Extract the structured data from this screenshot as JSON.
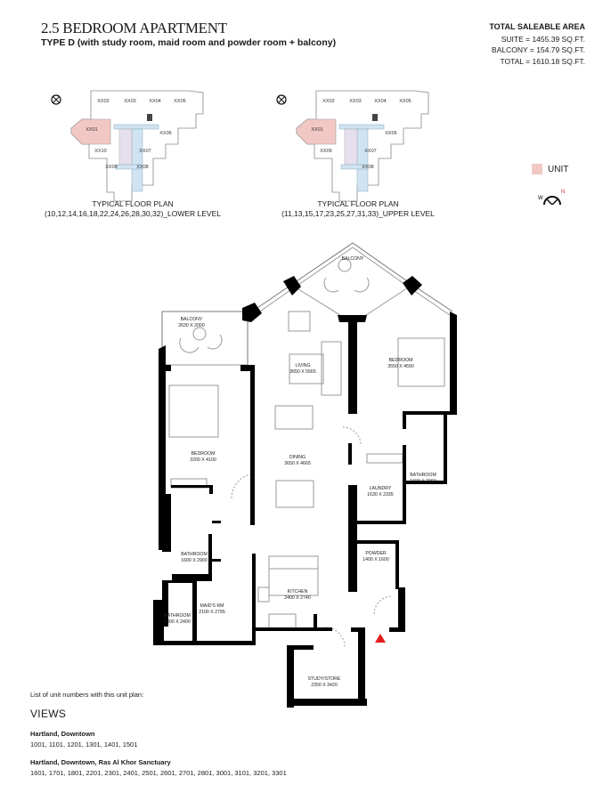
{
  "header": {
    "title": "2.5 BEDROOM APARTMENT",
    "subtitle": "TYPE D (with study room, maid room and powder room + balcony)"
  },
  "area": {
    "heading": "TOTAL SALEABLE AREA",
    "suite": "SUITE = 1455.39 SQ.FT.",
    "balcony": "BALCONY = 154.79 SQ.FT.",
    "total": "TOTAL = 1610.18 SQ.FT."
  },
  "key_plans": [
    {
      "caption_1": "TYPICAL FLOOR PLAN",
      "caption_2": "(10,12,14,16,18,22,24,26,28,30,32)_LOWER LEVEL",
      "units": [
        "XX01",
        "XX02",
        "XX03",
        "XX04",
        "XX05",
        "XX06",
        "XX07",
        "XX08",
        "XX09",
        "XX10"
      ]
    },
    {
      "caption_1": "TYPICAL FLOOR PLAN",
      "caption_2": "(11,13,15,17,23,25,27,31,33)_UPPER LEVEL",
      "units": [
        "XX01",
        "XX02",
        "XX03",
        "XX04",
        "XX05",
        "XX06",
        "XX07",
        "XX08",
        "XX09"
      ]
    }
  ],
  "legend": {
    "label": "UNIT",
    "color": "#f2c8c4"
  },
  "colors": {
    "unit_highlight": "#f2c8c4",
    "core": "#cfe3f2",
    "entrance_marker": "#e11d1d",
    "walls": "#000000"
  },
  "rooms": {
    "balcony_top": {
      "name": "BALCONY"
    },
    "balcony_left": {
      "name": "BALCONY",
      "size": "2630 X 2000"
    },
    "living": {
      "name": "LIVING",
      "size": "3650 X 5565"
    },
    "bedroom_right": {
      "name": "BEDROOM",
      "size": "3550 X 4590"
    },
    "bedroom_left": {
      "name": "BEDROOM",
      "size": "3200 X 4100"
    },
    "dining": {
      "name": "DINING",
      "size": "3650 X 4665"
    },
    "bathroom_right": {
      "name": "BATHROOM",
      "size": "1600 X 2900"
    },
    "laundry": {
      "name": "LAUNDRY",
      "size": "1630 X 2335"
    },
    "bathroom_left": {
      "name": "BATHROOM",
      "size": "1600 X 2900"
    },
    "powder": {
      "name": "POWDER",
      "size": "1400 X 1600"
    },
    "kitchen": {
      "name": "KITCHEN",
      "size": "2400 X 2740"
    },
    "maids_room": {
      "name": "MAID'S RM",
      "size": "2100 X 2795"
    },
    "bathroom_maid": {
      "name": "BATHROOM",
      "size": "1300 X 2400"
    },
    "study": {
      "name": "STUDY/STORE",
      "size": "2350 X 3420"
    }
  },
  "footer": {
    "intro": "List of unit numbers with this unit plan:",
    "views_heading": "VIEWS",
    "groups": [
      {
        "title": "Hartland, Downtown",
        "units": "1001, 1101, 1201, 1301, 1401, 1501"
      },
      {
        "title": "Hartland, Downtown, Ras Al Khor Sanctuary",
        "units": "1601, 1701, 1801, 2201, 2301, 2401, 2501, 2601, 2701, 2801, 3001, 3101, 3201, 3301"
      }
    ]
  }
}
